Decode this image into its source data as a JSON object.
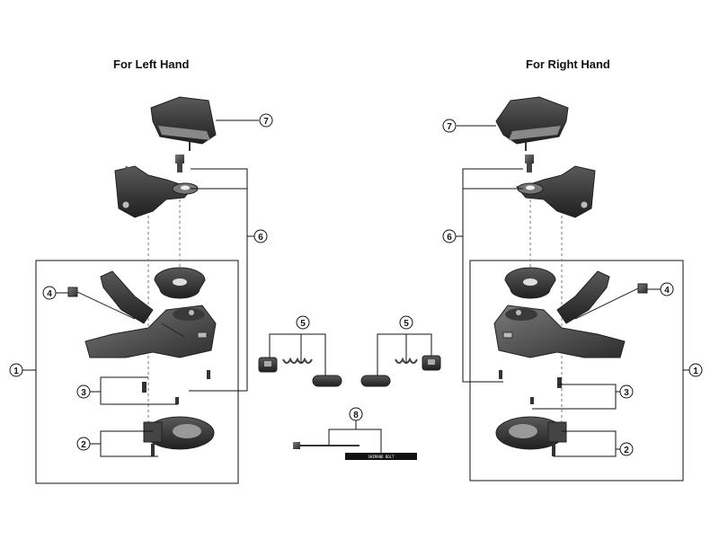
{
  "headings": {
    "left": "For Left Hand",
    "right": "For Right Hand"
  },
  "callouts": {
    "c1": "1",
    "c2": "2",
    "c3": "3",
    "c4": "4",
    "c5": "5",
    "c6": "6",
    "c7": "7",
    "c8": "8"
  },
  "tool_label": "SHIMANO BOLT"
}
